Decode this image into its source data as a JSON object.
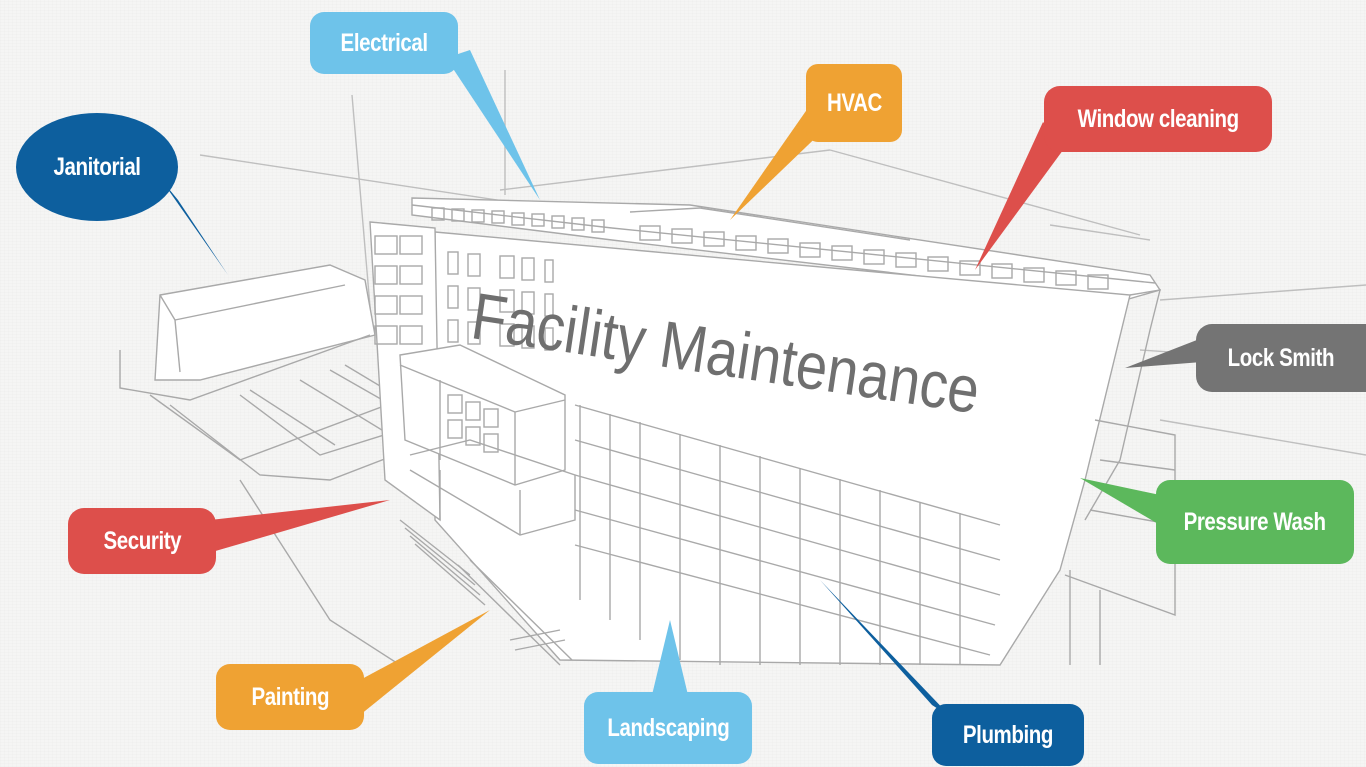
{
  "title": "Facility Maintenance",
  "colors": {
    "light_blue": "#6ec3ea",
    "orange": "#efa233",
    "red": "#dd4f4b",
    "dark_blue": "#0d5f9e",
    "gray": "#747474",
    "green": "#5cb85c"
  },
  "callouts": {
    "electrical": "Electrical",
    "hvac": "HVAC",
    "window_cleaning": "Window cleaning",
    "janitorial": "Janitorial",
    "lock_smith": "Lock Smith",
    "pressure_wash": "Pressure Wash",
    "security": "Security",
    "painting": "Painting",
    "landscaping": "Landscaping",
    "plumbing": "Plumbing"
  }
}
